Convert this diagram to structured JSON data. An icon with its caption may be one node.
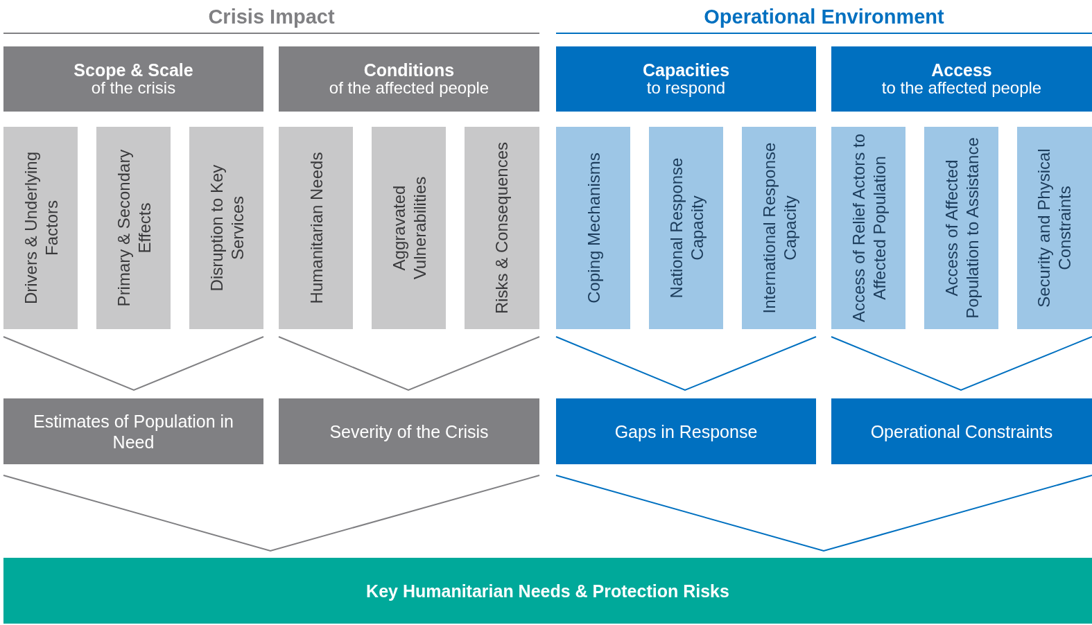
{
  "diagram": {
    "nodes": [
      {
        "text": [
          "Scope & Scale",
          "of the crisis"
        ]
      },
      {
        "text": [
          "Conditions",
          "of the affected people"
        ]
      },
      {
        "text": [
          "Capacities",
          "to respond"
        ]
      },
      {
        "text": [
          "Access",
          "to the affected people"
        ]
      },
      {
        "text": [
          "Drivers & Underlying Factors"
        ]
      },
      {
        "text": [
          "Primary & Secondary Effects"
        ]
      },
      {
        "text": [
          "Disruption to Key Services"
        ]
      },
      {
        "text": [
          "Humanitarian Needs"
        ]
      },
      {
        "text": [
          "Aggravated Vulnerabilities"
        ]
      },
      {
        "text": [
          "Risks & Consequences"
        ]
      },
      {
        "text": [
          "Coping Mechanisms"
        ]
      },
      {
        "text": [
          "National Response Capacity"
        ]
      },
      {
        "text": [
          "International Response Capacity"
        ]
      },
      {
        "text": [
          "Access of Relief Actors to Affected Population"
        ]
      },
      {
        "text": [
          "Access of Affected Population to Assistance"
        ]
      },
      {
        "text": [
          "Security and Physical Constraints"
        ]
      },
      {
        "text": [
          "Estimates of Population in Need"
        ]
      },
      {
        "text": [
          "Severity of the Crisis"
        ]
      },
      {
        "text": [
          "Gaps in Response"
        ]
      },
      {
        "text": [
          "Operational Constraints"
        ]
      },
      {
        "text": [
          "Key Humanitarian Needs & Protection Risks"
        ]
      }
    ],
    "labels": [
      "Crisis Impact",
      "Operational Environment"
    ]
  }
}
